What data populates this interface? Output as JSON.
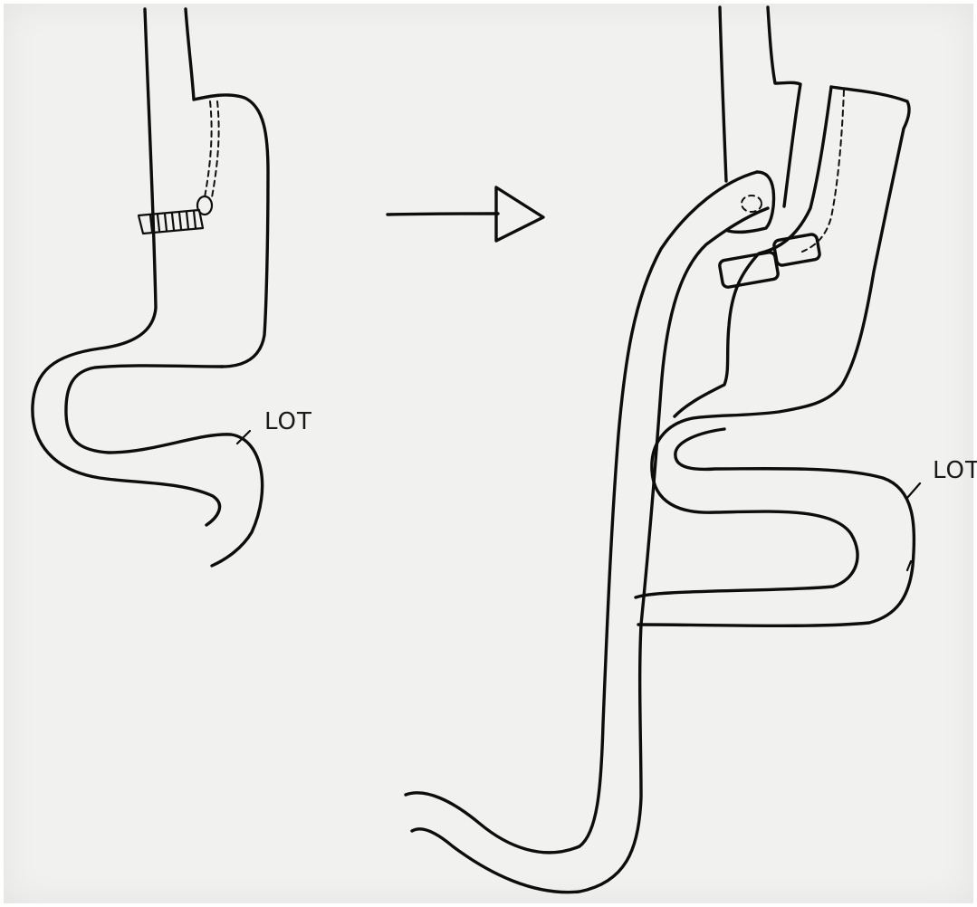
{
  "diagram": {
    "before": {
      "label": "LOT"
    },
    "after": {
      "label": "LOT"
    },
    "arrow": {
      "direction": "right"
    },
    "colors": {
      "paper": "#f1f1ef",
      "ink": "#0d0d0d"
    }
  }
}
